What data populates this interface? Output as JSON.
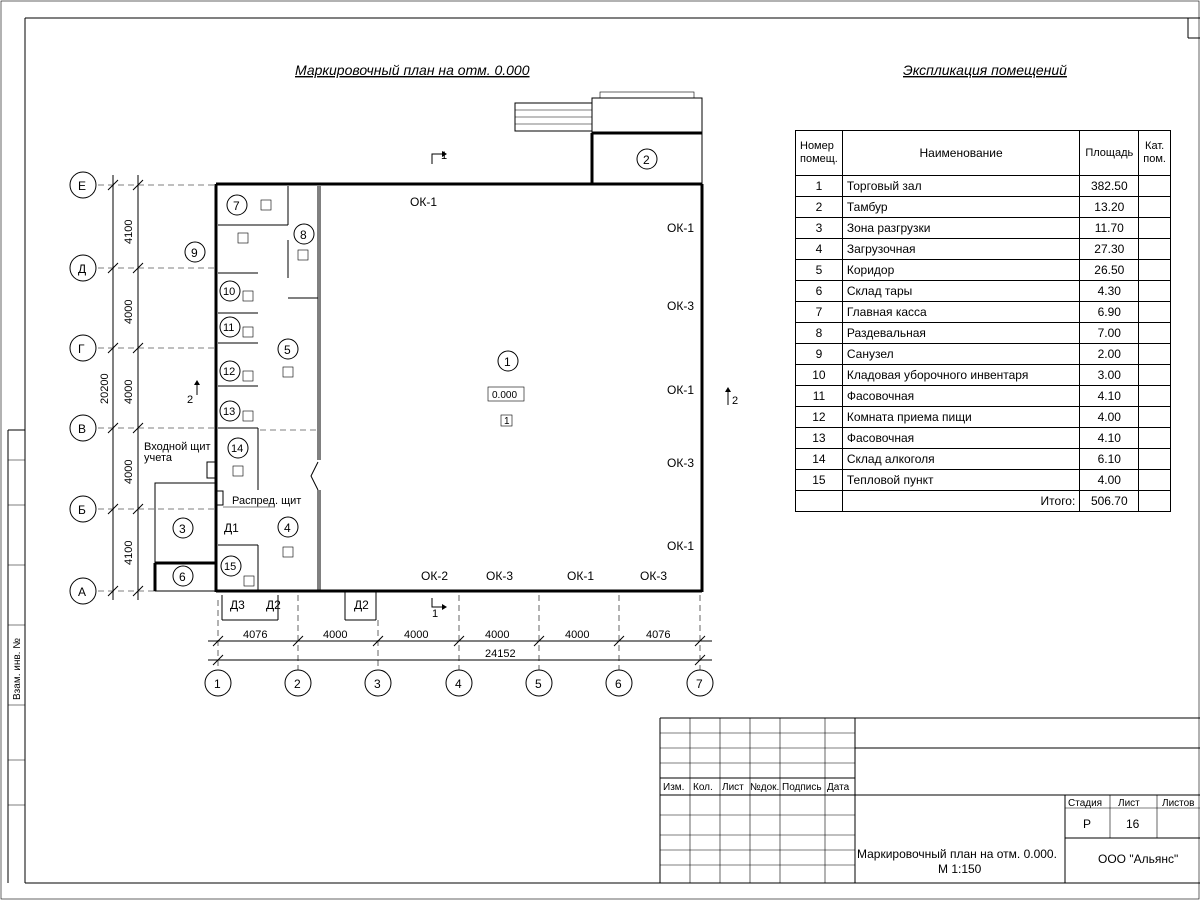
{
  "plan_title": "Маркировочный план на отм. 0.000",
  "expl_title": "Экспликация помещений",
  "expl_headers": {
    "num": "Номер помещ.",
    "name": "Наименование",
    "area": "Площадь",
    "cat": "Кат. пом."
  },
  "rooms": [
    {
      "num": "1",
      "name": "Торговый зал",
      "area": "382.50"
    },
    {
      "num": "2",
      "name": "Тамбур",
      "area": "13.20"
    },
    {
      "num": "3",
      "name": "Зона разгрузки",
      "area": "11.70"
    },
    {
      "num": "4",
      "name": "Загрузочная",
      "area": "27.30"
    },
    {
      "num": "5",
      "name": "Коридор",
      "area": "26.50"
    },
    {
      "num": "6",
      "name": "Склад тары",
      "area": "4.30"
    },
    {
      "num": "7",
      "name": "Главная касса",
      "area": "6.90"
    },
    {
      "num": "8",
      "name": "Раздевальная",
      "area": "7.00"
    },
    {
      "num": "9",
      "name": "Санузел",
      "area": "2.00"
    },
    {
      "num": "10",
      "name": "Кладовая уборочного инвентаря",
      "area": "3.00"
    },
    {
      "num": "11",
      "name": "Фасовочная",
      "area": "4.10"
    },
    {
      "num": "12",
      "name": "Комната приема пищи",
      "area": "4.00"
    },
    {
      "num": "13",
      "name": "Фасовочная",
      "area": "4.10"
    },
    {
      "num": "14",
      "name": "Склад алкоголя",
      "area": "6.10"
    },
    {
      "num": "15",
      "name": "Тепловой пункт",
      "area": "4.00"
    }
  ],
  "total_label": "Итого:",
  "total_area": "506.70",
  "axes_letters": [
    "Е",
    "Д",
    "Г",
    "В",
    "Б",
    "А"
  ],
  "axes_numbers": [
    "1",
    "2",
    "3",
    "4",
    "5",
    "6",
    "7"
  ],
  "dims_vertical": [
    "4100",
    "4000",
    "4000",
    "4000",
    "4100"
  ],
  "dim_total_vertical": "20200",
  "dims_horizontal": [
    "4076",
    "4000",
    "4000",
    "4000",
    "4000",
    "4076"
  ],
  "dim_total_horizontal": "24152",
  "window_labels": {
    "top": "ОК-1",
    "r1": "ОК-1",
    "r2": "ОК-3",
    "r3": "ОК-1",
    "r4": "ОК-3",
    "r5": "ОК-1",
    "b1": "ОК-2",
    "b2": "ОК-3",
    "b3": "ОК-1",
    "b4": "ОК-3"
  },
  "door_labels": {
    "d1": "Д1",
    "d2a": "Д2",
    "d2b": "Д2",
    "d3": "Д3"
  },
  "elevation": "0.000",
  "category_mark": "1",
  "section_mark": "1",
  "section_mark2": "2",
  "shield_in_label": "Входной щит учета",
  "shield_dist_label": "Распред. щит",
  "tb": {
    "h_izm": "Изм.",
    "h_kol": "Кол.",
    "h_list": "Лист",
    "h_ndok": "№док.",
    "h_podpis": "Подпись",
    "h_data": "Дата",
    "stage_h": "Стадия",
    "sheet_h": "Лист",
    "sheets_h": "Листов",
    "stage": "Р",
    "sheet": "16",
    "drawing_name": "Маркировочный план на отм. 0.000.",
    "scale": "М 1:150",
    "company": "ООО \"Альянс\""
  },
  "side_texts": {
    "a": "Взам. инв. №"
  }
}
